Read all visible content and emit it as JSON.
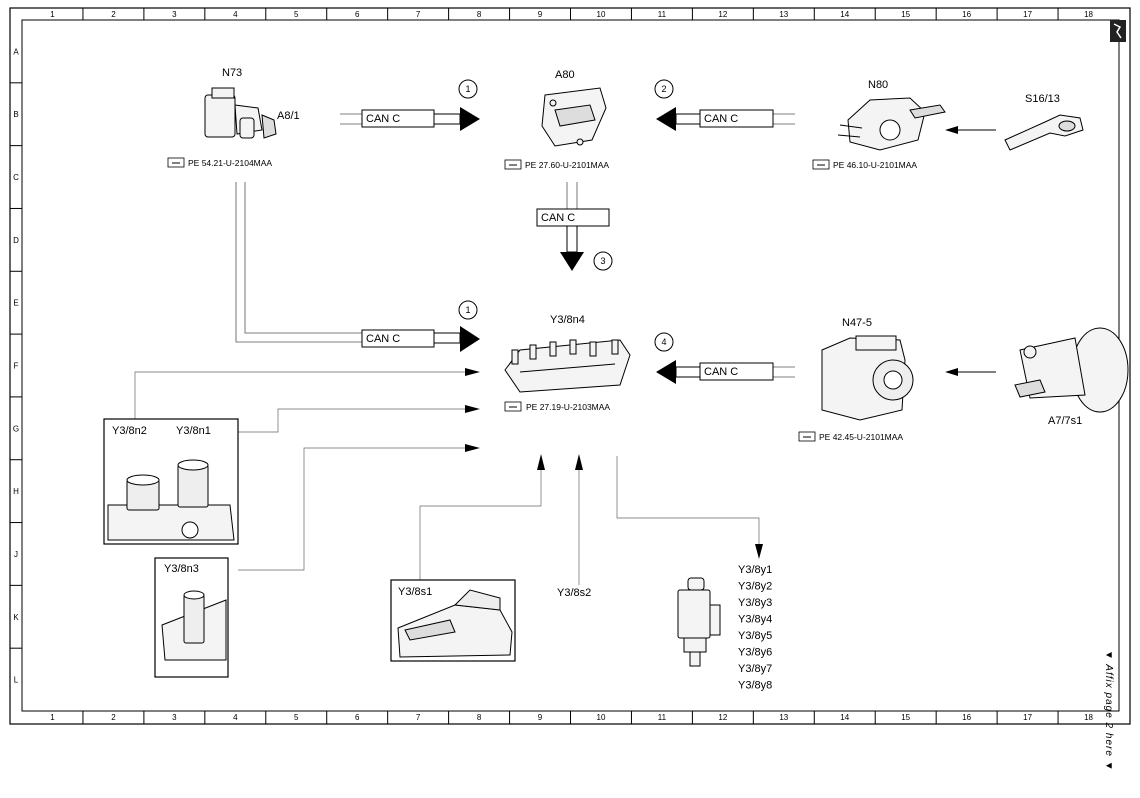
{
  "grid": {
    "columns": [
      "1",
      "2",
      "3",
      "4",
      "5",
      "6",
      "7",
      "8",
      "9",
      "10",
      "11",
      "12",
      "13",
      "14",
      "15",
      "16",
      "17",
      "18"
    ],
    "rows": [
      "A",
      "B",
      "C",
      "D",
      "E",
      "F",
      "G",
      "H",
      "J",
      "K",
      "L"
    ]
  },
  "bus_label": "CAN C",
  "callouts": [
    "1",
    "2",
    "3",
    "1",
    "4"
  ],
  "components": {
    "n73": "N73",
    "a81": "A8/1",
    "a80": "A80",
    "n80": "N80",
    "s1613": "S16/13",
    "y38n4": "Y3/8n4",
    "n475": "N47-5",
    "a77s1": "A7/7s1",
    "y38n2": "Y3/8n2",
    "y38n1": "Y3/8n1",
    "y38n3": "Y3/8n3",
    "y38s1": "Y3/8s1",
    "y38s2": "Y3/8s2"
  },
  "valves": [
    "Y3/8y1",
    "Y3/8y2",
    "Y3/8y3",
    "Y3/8y4",
    "Y3/8y5",
    "Y3/8y6",
    "Y3/8y7",
    "Y3/8y8"
  ],
  "refs": {
    "n73": "PE 54.21-U-2104MAA",
    "a80": "PE 27.60-U-2101MAA",
    "n80": "PE 46.10-U-2101MAA",
    "y38n4": "PE 27.19-U-2103MAA",
    "n475": "PE 42.45-U-2101MAA"
  },
  "side_note": "▼ Affix page 2 here ▼"
}
